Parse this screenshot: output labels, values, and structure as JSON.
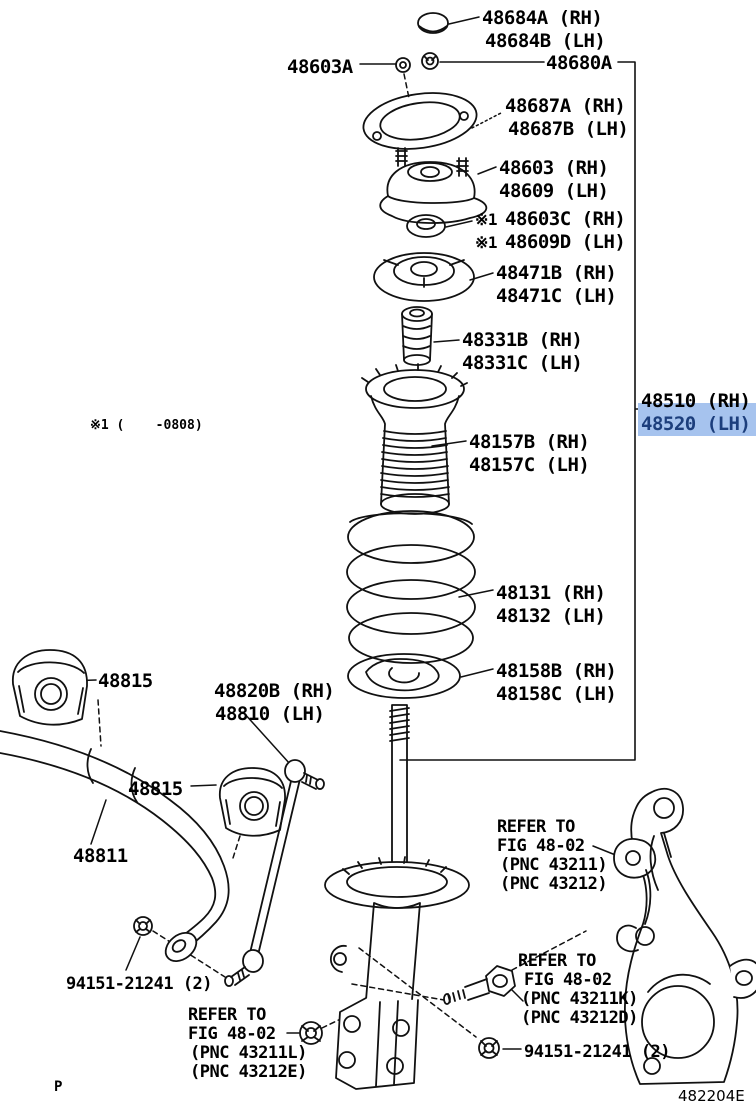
{
  "diagram": {
    "title_code": "482204E",
    "corner_mark": "P",
    "note": "※1 (    -0808)",
    "ref_mark": "※1",
    "highlight": {
      "bg": "#a6c3ee",
      "text_color": "#1c3e7c"
    }
  },
  "labels": {
    "cap_rh": "48684A (RH)",
    "cap_lh": "48684B (LH)",
    "nut_a": "48603A",
    "support_sub": "48680A",
    "gasket_rh": "48687A (RH)",
    "gasket_lh": "48687B (LH)",
    "support_rh": "48603 (RH)",
    "support_lh": "48609 (LH)",
    "bearing_rh": "48603C (RH)",
    "bearing_lh": "48609D (LH)",
    "seat_upper_rh": "48471B (RH)",
    "seat_upper_lh": "48471C (LH)",
    "bumper_rh": "48331B (RH)",
    "bumper_lh": "48331C (LH)",
    "strut_rh": "48510 (RH)",
    "strut_lh": "48520 (LH)",
    "boot_rh": "48157B (RH)",
    "boot_lh": "48157C (LH)",
    "spring_rh": "48131 (RH)",
    "spring_lh": "48132 (LH)",
    "insulator_rh": "48158B (RH)",
    "insulator_lh": "48158C (LH)",
    "bush_1": "48815",
    "link_rh": "48820B (RH)",
    "link_lh": "48810 (LH)",
    "bush_2": "48815",
    "bar": "48811",
    "nut_left": "94151-21241 (2)",
    "nut_right": "94151-21241 (2)"
  },
  "refer_blocks": {
    "knuckle_upper": {
      "lines": [
        "REFER TO",
        "FIG 48-02",
        "(PNC 43211)",
        "(PNC 43212)"
      ]
    },
    "knuckle_lower": {
      "lines": [
        "REFER TO",
        "FIG 48-02",
        "(PNC 43211K)",
        "(PNC 43212D)"
      ]
    },
    "bracket": {
      "lines": [
        "REFER TO",
        "FIG 48-02",
        "(PNC 43211L)",
        "(PNC 43212E)"
      ]
    }
  }
}
